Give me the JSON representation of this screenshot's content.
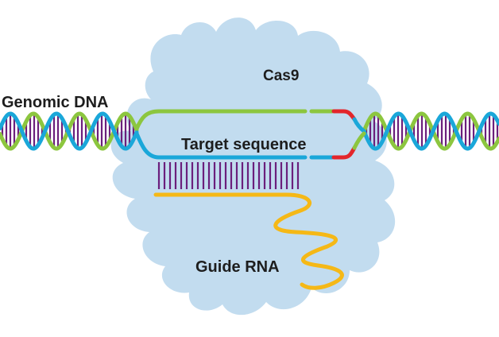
{
  "labels": {
    "protein": "Cas9",
    "genomic_dna": "Genomic DNA",
    "target": "Target sequence",
    "guide": "Guide RNA"
  },
  "colors": {
    "protein": "#c2dcef",
    "strand_green": "#8cc63f",
    "strand_blue": "#1aa7d9",
    "base_pairs": "#6b1f7c",
    "guide_rna": "#f5b816",
    "pam": "#e3262b",
    "text": "#1d1d1d"
  }
}
